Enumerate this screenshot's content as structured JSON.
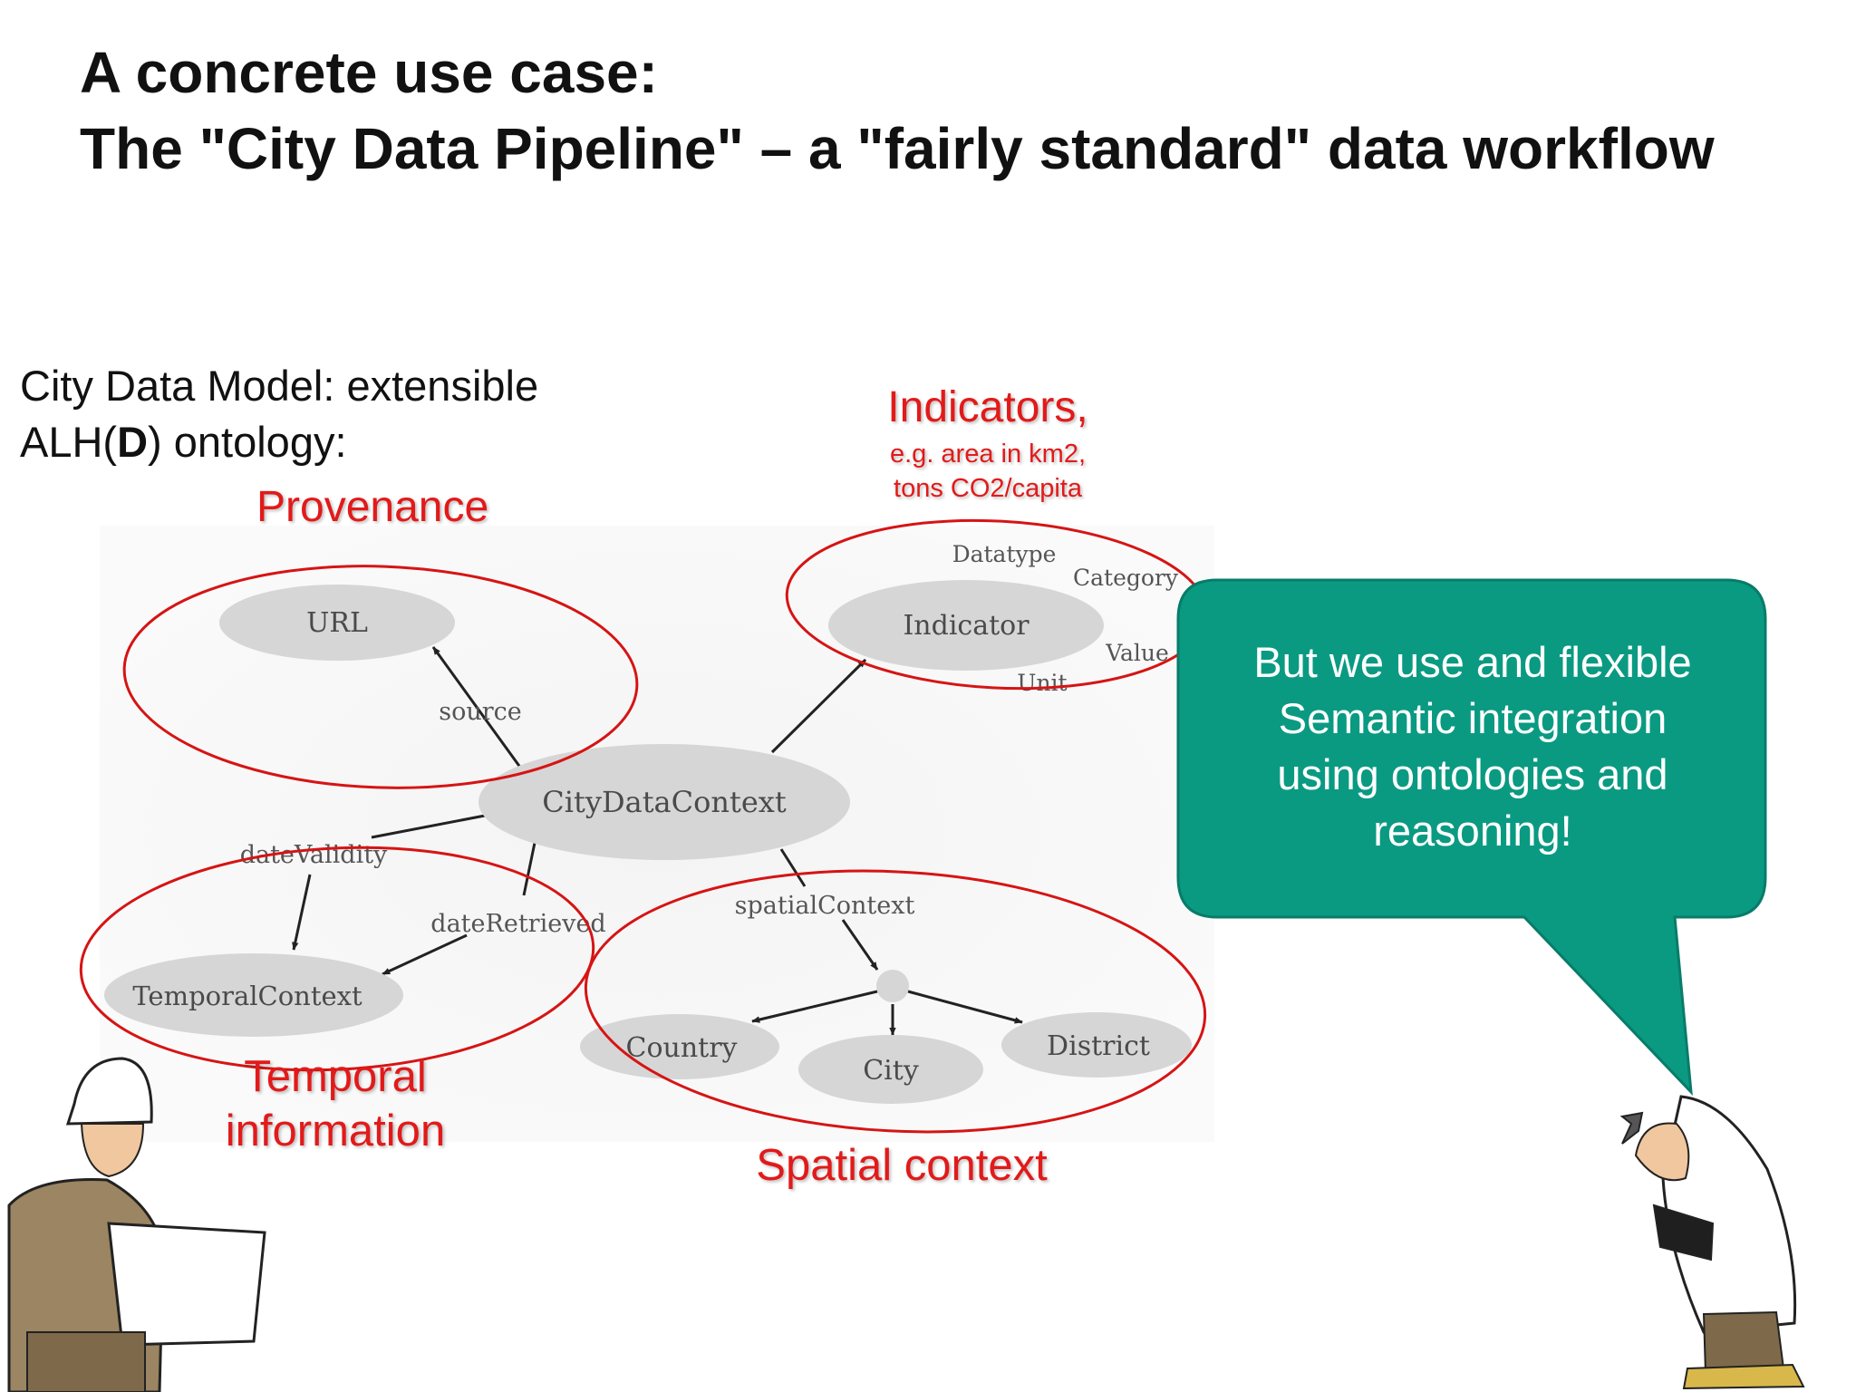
{
  "slide": {
    "title_line1": "A concrete use case:",
    "title_line2": "The \"City Data Pipeline\" – a \"fairly standard\" data workflow",
    "model_line1": "City Data Model: extensible",
    "model_line2_prefix": "ALH(",
    "model_line2_bold": "D",
    "model_line2_suffix": ") ontology:"
  },
  "annotations": {
    "provenance": "Provenance",
    "indicators": "Indicators,",
    "indicators_sub1": "e.g. area in km2,",
    "indicators_sub2": "tons CO2/capita",
    "temporal_line1": "Temporal",
    "temporal_line2": "information",
    "spatial": "Spatial context"
  },
  "nodes": {
    "url": "URL",
    "indicator": "Indicator",
    "city_data_context": "CityDataContext",
    "temporal_context": "TemporalContext",
    "country": "Country",
    "city": "City",
    "district": "District"
  },
  "edges": {
    "source": "source",
    "date_validity": "dateValidity",
    "date_retrieved": "dateRetrieved",
    "spatial_context": "spatialContext"
  },
  "attributes": {
    "datatype": "Datatype",
    "category": "Category",
    "value": "Value",
    "unit": "Unit"
  },
  "bubble": {
    "line1": "But we use and flexible",
    "line2": "Semantic integration",
    "line3": "using ontologies and",
    "line4": "reasoning!"
  },
  "colors": {
    "annotation_red": "#e21a1a",
    "bubble_teal": "#0a9a82",
    "node_gray": "#d6d6d6"
  }
}
